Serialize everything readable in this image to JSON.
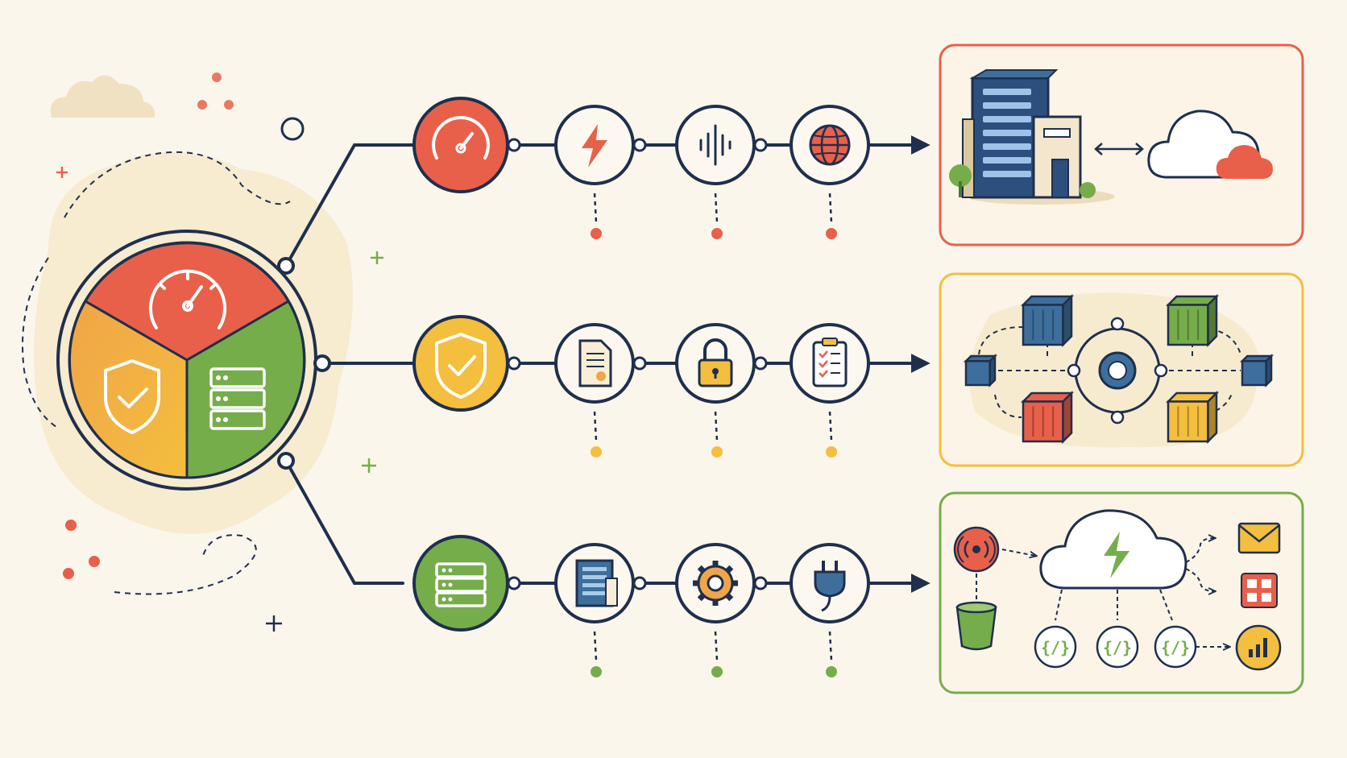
{
  "colors": {
    "background": "#fbf6ec",
    "navy": "#1f2f4d",
    "red": "#e8604a",
    "orange": "#f0a548",
    "yellow": "#f4be3e",
    "green": "#76ad4b",
    "cream": "#f8eed6",
    "teal_blue": "#3e6f9c"
  },
  "hub": {
    "segments": [
      "speedometer-icon",
      "shield-check-icon",
      "server-rack-icon"
    ]
  },
  "rows": [
    {
      "name": "performance",
      "accent": "#e8604a",
      "lead_icon": "speedometer-icon",
      "steps": [
        "lightning-icon",
        "waveform-icon",
        "globe-icon"
      ],
      "panel": "hybrid-cloud-panel"
    },
    {
      "name": "security",
      "accent": "#f4be3e",
      "lead_icon": "shield-check-icon",
      "steps": [
        "certificate-document-icon",
        "padlock-icon",
        "checklist-clipboard-icon"
      ],
      "panel": "container-network-panel"
    },
    {
      "name": "infrastructure",
      "accent": "#76ad4b",
      "lead_icon": "server-rack-icon",
      "steps": [
        "data-center-building-icon",
        "gear-icon",
        "plug-icon"
      ],
      "panel": "serverless-event-panel"
    }
  ],
  "panels": {
    "serverless": {
      "function_labels": [
        "{/}",
        "{/}",
        "{/}"
      ]
    }
  }
}
